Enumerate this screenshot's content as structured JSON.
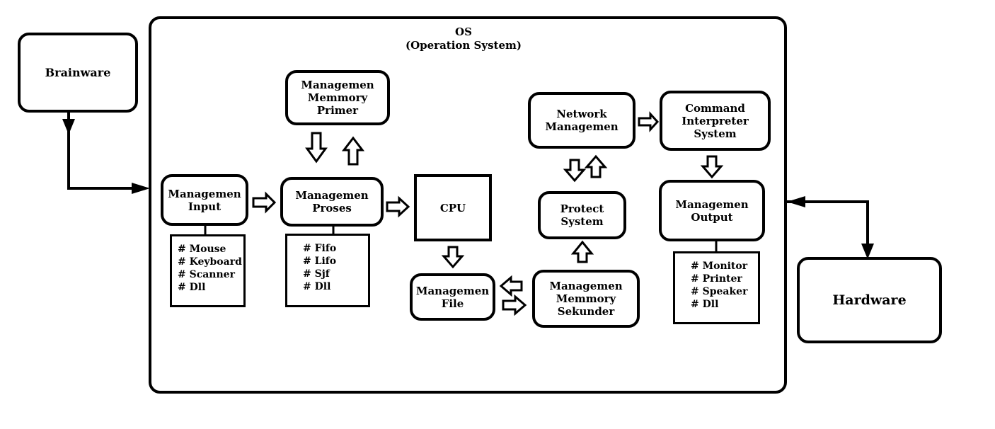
{
  "os": {
    "title": "OS\n(Operation System)"
  },
  "brainware": {
    "label": "Brainware"
  },
  "hardware": {
    "label": "Hardware"
  },
  "mgmt_input": {
    "label": "Managemen\nInput",
    "items": [
      "# Mouse",
      "# Keyboard",
      "# Scanner",
      "# Dll"
    ]
  },
  "mgmt_proses": {
    "label": "Managemen\nProses",
    "items": [
      "# Fifo",
      "# Lifo",
      "# Sjf",
      "# Dll"
    ]
  },
  "mgmt_memory_primer": {
    "label": "Managemen\nMemmory\nPrimer"
  },
  "cpu": {
    "label": "CPU"
  },
  "mgmt_file": {
    "label": "Managemen\nFile"
  },
  "mgmt_memory_sekunder": {
    "label": "Managemen\nMemmory\nSekunder"
  },
  "network_mgmt": {
    "label": "Network\nManagemen"
  },
  "protect_system": {
    "label": "Protect\nSystem"
  },
  "command_interpreter": {
    "label": "Command\nInterpreter\nSystem"
  },
  "mgmt_output": {
    "label": "Managemen\nOutput",
    "items": [
      "# Monitor",
      "# Printer",
      "# Speaker",
      "# Dll"
    ]
  }
}
